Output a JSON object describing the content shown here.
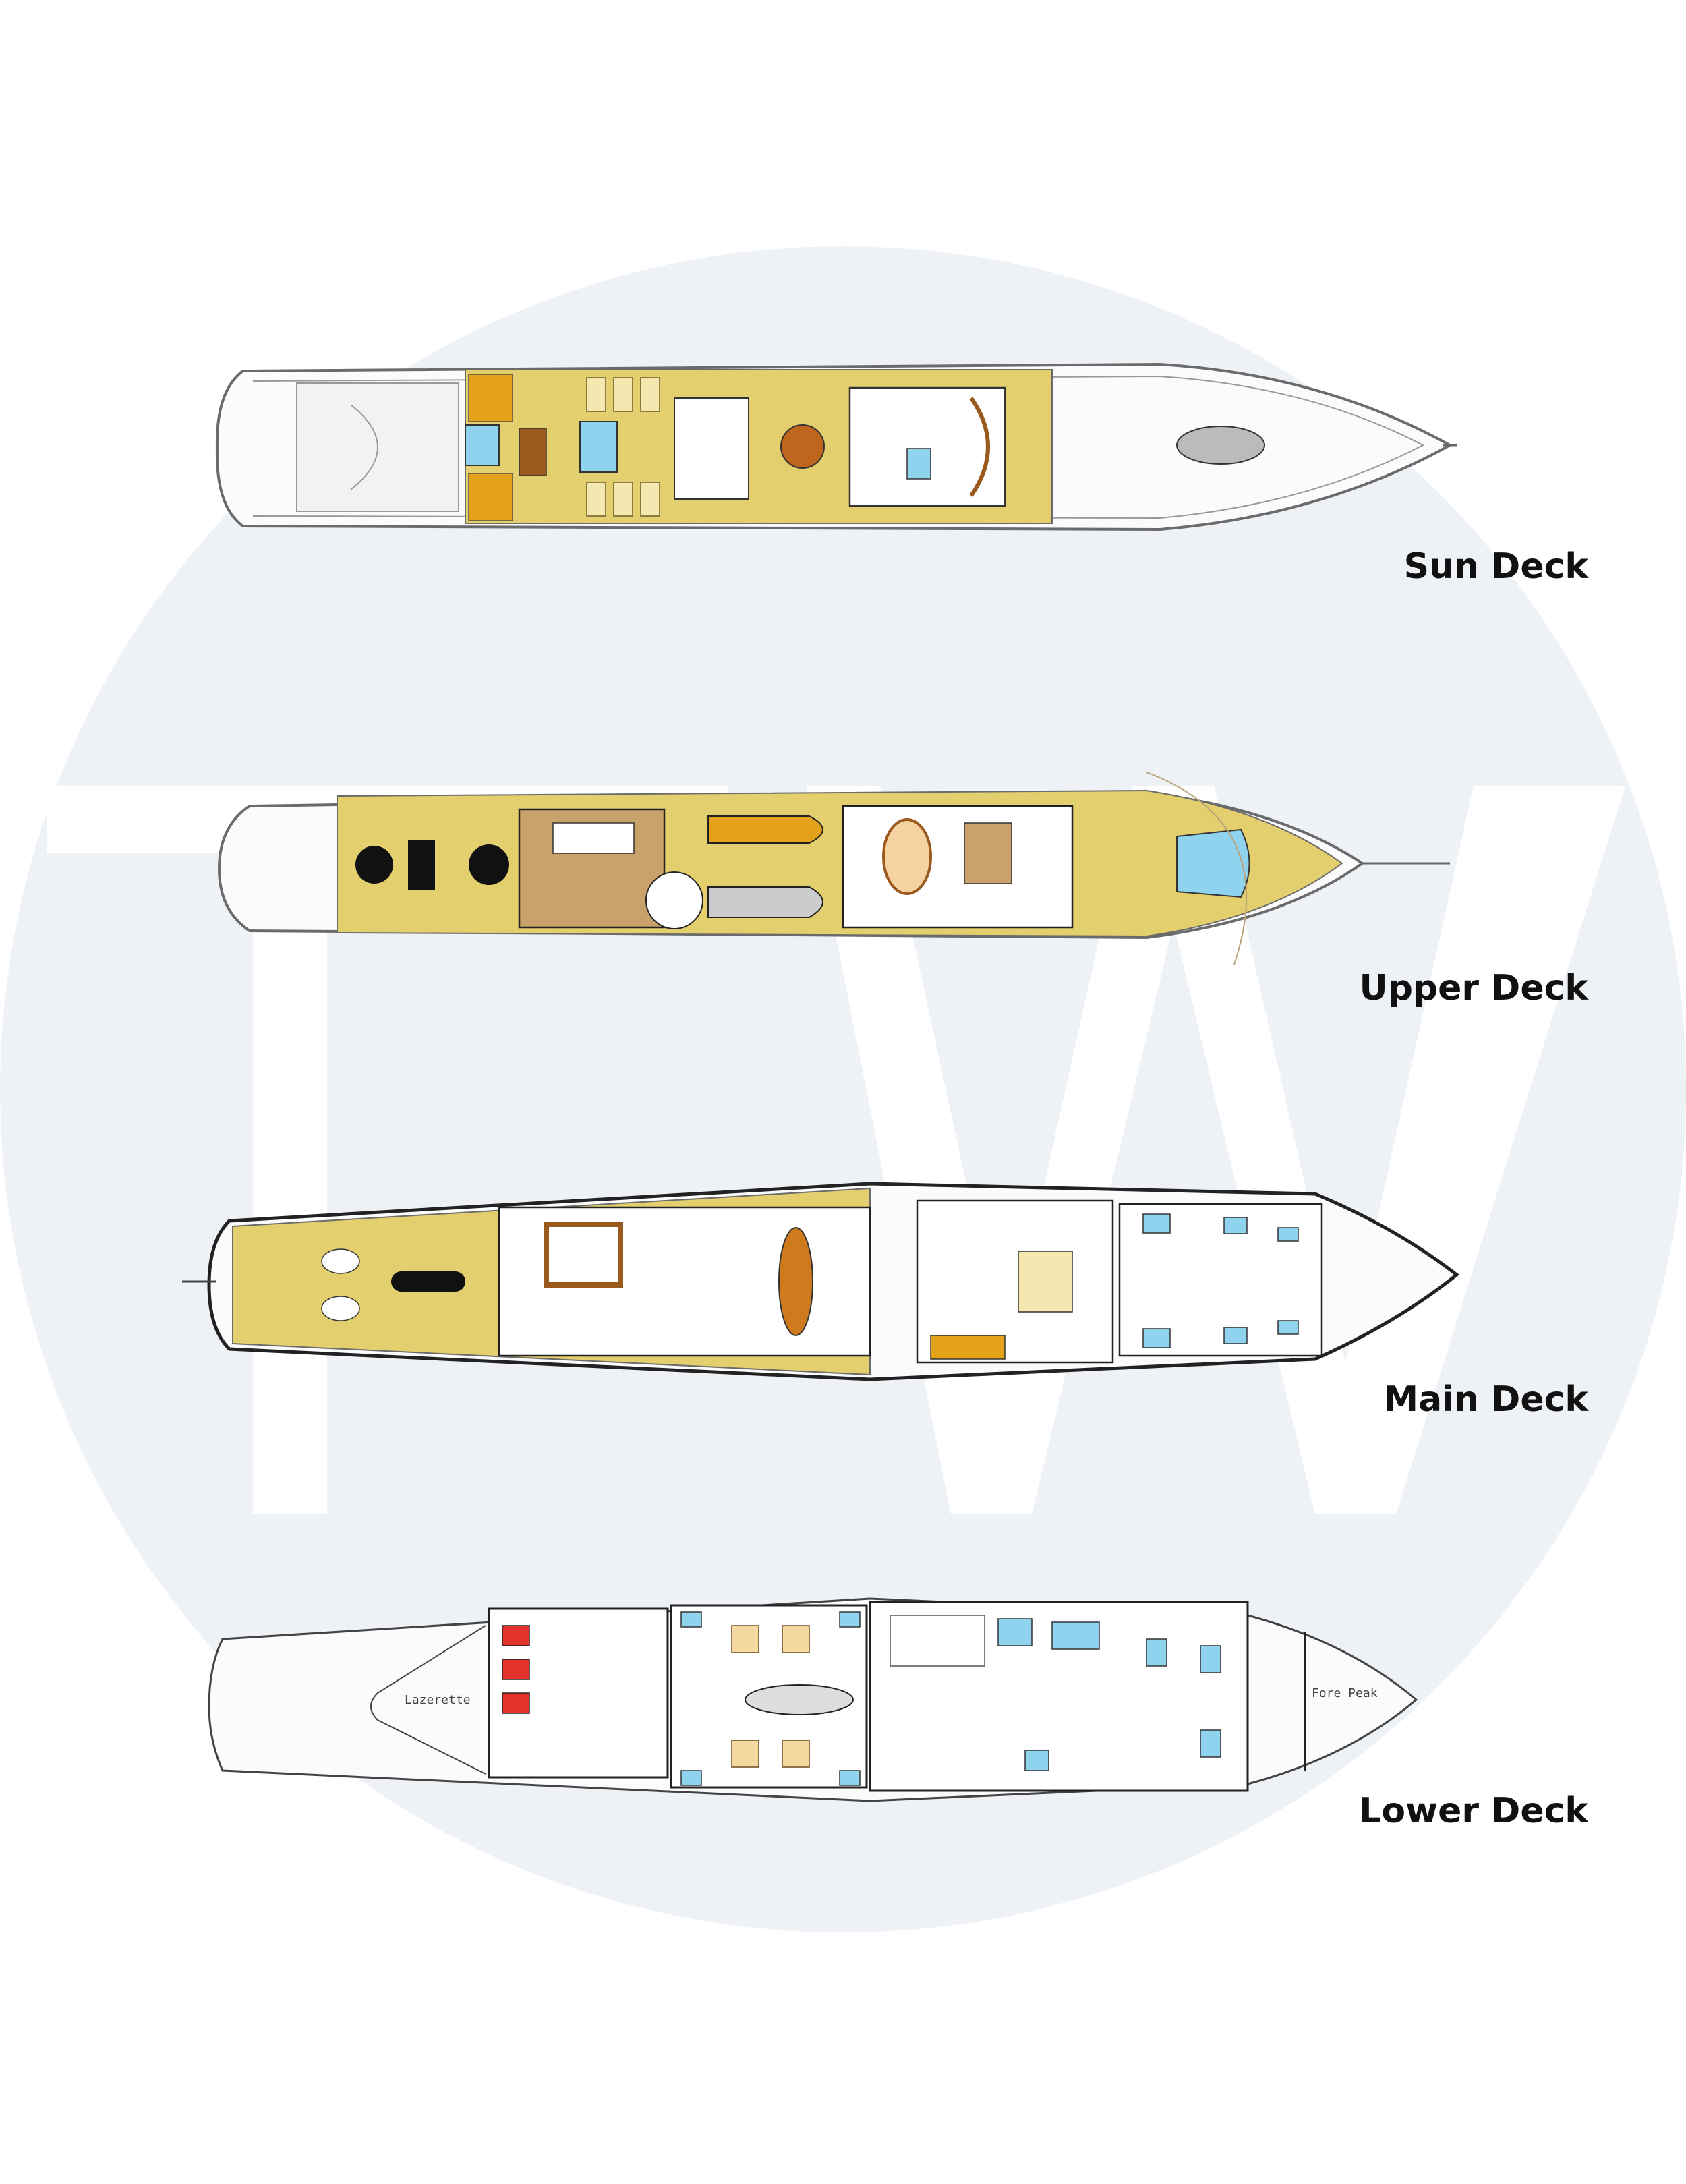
{
  "watermark": {
    "letters": "TW",
    "circle_color": "#eef2f7",
    "letter_color": "#ffffff"
  },
  "colors": {
    "teak": "#e3cf6e",
    "teak_dark": "#d4bd55",
    "hull_line": "#6b6b6b",
    "hull_fill": "#fbfbfb",
    "furniture_brown": "#9a5a1e",
    "pool_blue": "#8fd3ef",
    "cushion_orange": "#e3a21a"
  },
  "decks": [
    {
      "id": "sun",
      "label": "Sun Deck"
    },
    {
      "id": "upper",
      "label": "Upper Deck"
    },
    {
      "id": "main",
      "label": "Main Deck"
    },
    {
      "id": "lower",
      "label": "Lower Deck",
      "rooms": {
        "aft_space": "Lazerette",
        "bow_space": "Fore Peak"
      }
    }
  ]
}
